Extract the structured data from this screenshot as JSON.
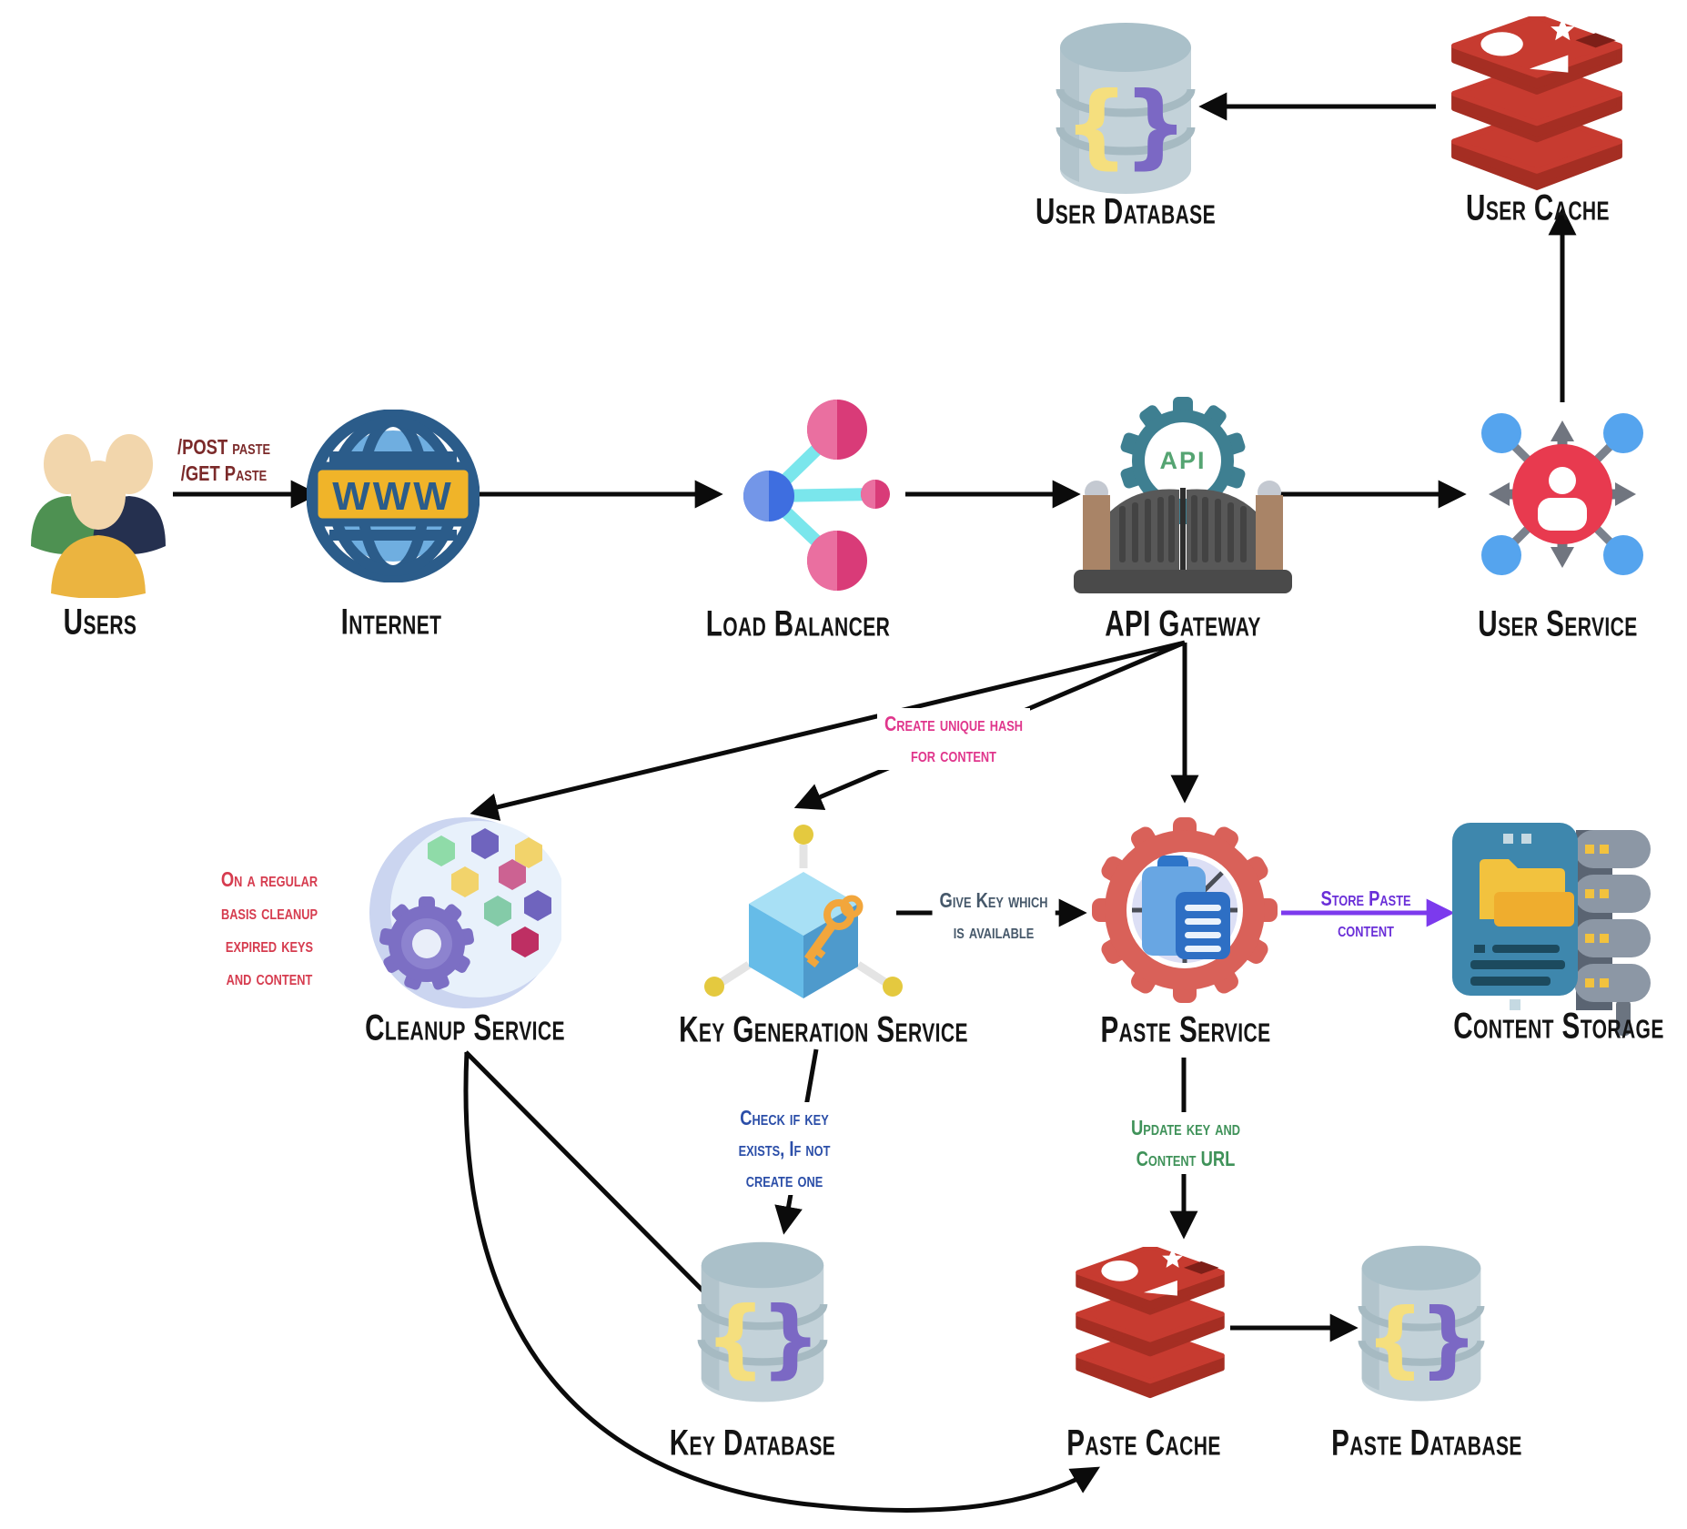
{
  "title": "Pastebin system design diagram",
  "nodes": {
    "users": {
      "label": "Users"
    },
    "internet": {
      "label": "Internet",
      "icon_text": "WWW"
    },
    "load_balancer": {
      "label": "Load Balancer"
    },
    "api_gateway": {
      "label": "API Gateway",
      "icon_text": "API"
    },
    "user_service": {
      "label": "User Service"
    },
    "user_database": {
      "label": "User Database"
    },
    "user_cache": {
      "label": "User Cache"
    },
    "cleanup_service": {
      "label": "Cleanup Service"
    },
    "key_generation_service": {
      "label": "Key Generation Service"
    },
    "paste_service": {
      "label": "Paste Service"
    },
    "content_storage": {
      "label": "Content Storage"
    },
    "key_database": {
      "label": "Key Database"
    },
    "paste_cache": {
      "label": "Paste Cache"
    },
    "paste_database": {
      "label": "Paste Database"
    }
  },
  "annotations": {
    "post_get": {
      "lines": [
        "/POST paste",
        "/GET Paste"
      ],
      "color": "#7B2A2A"
    },
    "create_hash": {
      "lines": [
        "Create unique hash",
        "for content"
      ],
      "color": "#E0368C"
    },
    "give_key": {
      "lines": [
        "Give Key which",
        "is available"
      ],
      "color": "#46586A"
    },
    "store_paste": {
      "lines": [
        "Store Paste",
        "content"
      ],
      "color": "#6A2FD8"
    },
    "cleanup_note": {
      "lines": [
        "On a regular",
        "basis cleanup",
        "expired keys",
        "and content"
      ],
      "color": "#D63C4F"
    },
    "check_key": {
      "lines": [
        "Check if key",
        "exists, If not",
        "create one"
      ],
      "color": "#2B4EA8"
    },
    "update_key": {
      "lines": [
        "Update key and",
        "Content URL"
      ],
      "color": "#3F9259"
    }
  },
  "edges": [
    {
      "from": "users",
      "to": "internet",
      "label": "post_get"
    },
    {
      "from": "internet",
      "to": "load_balancer"
    },
    {
      "from": "load_balancer",
      "to": "api_gateway"
    },
    {
      "from": "api_gateway",
      "to": "user_service"
    },
    {
      "from": "user_service",
      "to": "user_cache"
    },
    {
      "from": "user_cache",
      "to": "user_database"
    },
    {
      "from": "api_gateway",
      "to": "cleanup_service"
    },
    {
      "from": "api_gateway",
      "to": "key_generation_service",
      "label": "create_hash"
    },
    {
      "from": "api_gateway",
      "to": "paste_service"
    },
    {
      "from": "key_generation_service",
      "to": "paste_service",
      "label": "give_key"
    },
    {
      "from": "paste_service",
      "to": "content_storage",
      "label": "store_paste",
      "color": "#7C3AED"
    },
    {
      "from": "key_generation_service",
      "to": "key_database",
      "label": "check_key"
    },
    {
      "from": "paste_service",
      "to": "paste_cache",
      "label": "update_key"
    },
    {
      "from": "cleanup_service",
      "to": "key_database"
    },
    {
      "from": "cleanup_service",
      "to": "paste_cache"
    },
    {
      "from": "paste_cache",
      "to": "paste_database"
    }
  ],
  "colors": {
    "arrow": "#0B0B0B",
    "store_paste_arrow": "#7C3AED",
    "redis_red": "#C73B30",
    "database_cylinder": "#C3D2D9",
    "brace_yellow": "#F5DF7E",
    "brace_purple": "#7B68C4",
    "label_text": "#141414"
  }
}
